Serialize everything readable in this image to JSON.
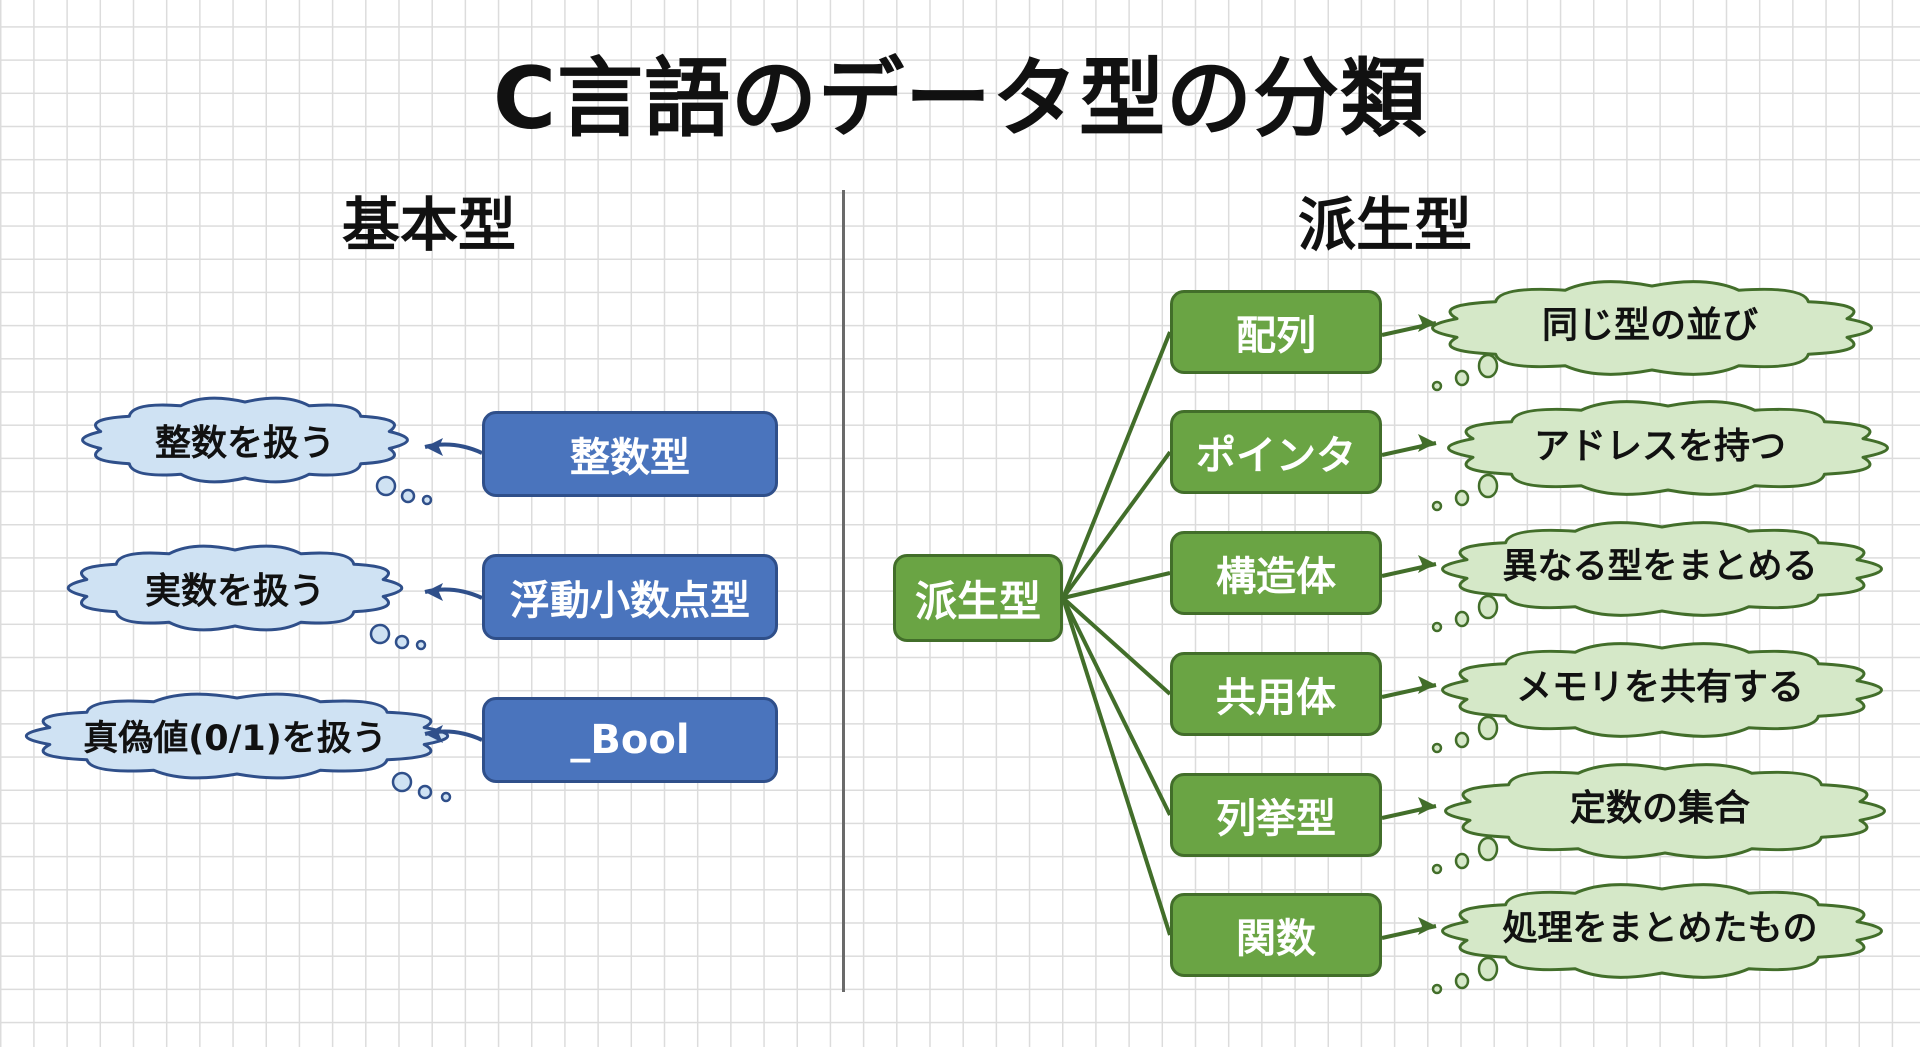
{
  "title": "C言語のデータ型の分類",
  "colors": {
    "blue_fill": "#4a74bd",
    "blue_border": "#2f4f8a",
    "blue_cloud": "#cfe2f3",
    "green_fill": "#6aa444",
    "green_border": "#426e2a",
    "green_cloud": "#d5e8c8"
  },
  "basic": {
    "heading": "基本型",
    "items": [
      {
        "type": "整数型",
        "description": "整数を扱う"
      },
      {
        "type": "浮動小数点型",
        "description": "実数を扱う"
      },
      {
        "type": "_Bool",
        "description": "真偽値(0/1)を扱う"
      }
    ]
  },
  "derived": {
    "heading": "派生型",
    "root": "派生型",
    "items": [
      {
        "type": "配列",
        "description": "同じ型の並び"
      },
      {
        "type": "ポインタ",
        "description": "アドレスを持つ"
      },
      {
        "type": "構造体",
        "description": "異なる型をまとめる"
      },
      {
        "type": "共用体",
        "description": "メモリを共有する"
      },
      {
        "type": "列挙型",
        "description": "定数の集合"
      },
      {
        "type": "関数",
        "description": "処理をまとめたもの"
      }
    ]
  }
}
